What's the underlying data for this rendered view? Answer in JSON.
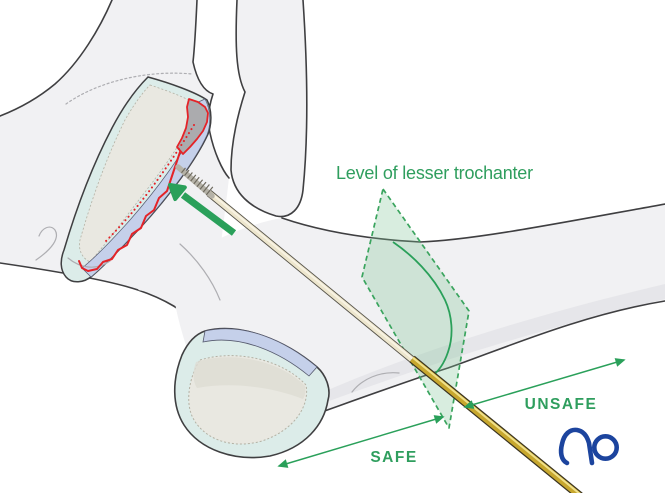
{
  "illustration": {
    "subject": "Proximal femur with threaded guide wire showing safe and unsafe insertion zones relative to the level of the lesser trochanter",
    "labels": {
      "plane_label": "Level of lesser trochanter",
      "safe_label": "SAFE",
      "unsafe_label": "UNSAFE"
    },
    "logo_text": "AO",
    "icons": {
      "insertion_arrow": "up-left-solid-arrow",
      "safe_arrow": "double-headed-arrow",
      "unsafe_arrow": "double-headed-arrow"
    },
    "colors": {
      "annotation_green": "#2f9e5e",
      "arrow_green": "#2aa05a",
      "plane_dash_green": "#3aa45e",
      "fracture_red": "#e42328",
      "logo_blue": "#1c449e",
      "bone_fill": "#f1f1f3",
      "bone_outline": "#3f3f41",
      "cartilage_blue": "#c5d0ea",
      "cartilage_teal": "#dcece9",
      "cut_surface_beige": "#e9e8e1",
      "fracture_facet_gray": "#ababae",
      "wire_shaft_cream": "#ede6cd",
      "wire_gold": "#c7a72e"
    }
  }
}
